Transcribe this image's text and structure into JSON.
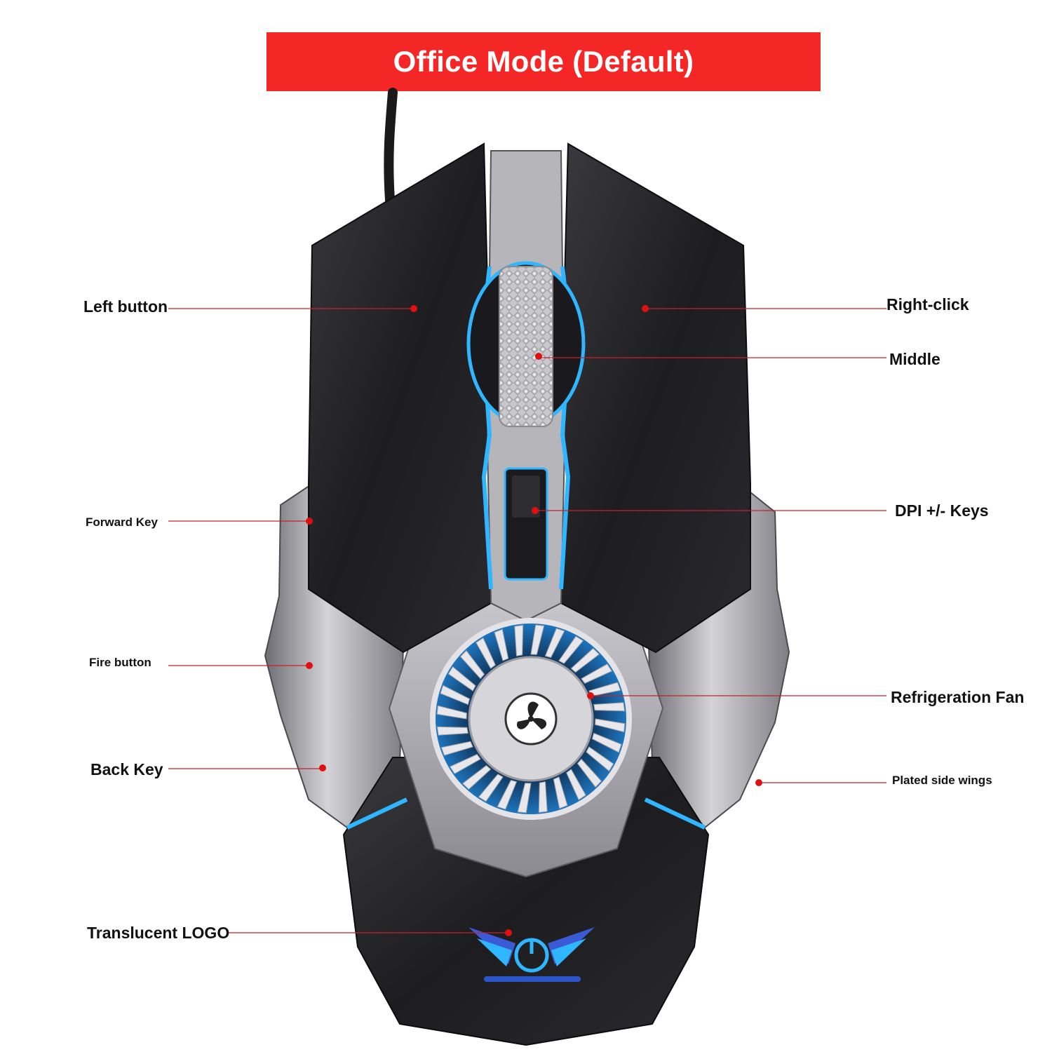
{
  "banner": {
    "title": "Office Mode (Default)"
  },
  "colors": {
    "banner": "#f42626",
    "shell": "#1f1f22",
    "plating": "#9a9aa0",
    "accent_glow": "#2fb6ff",
    "callout_line": "#c8202a",
    "callout_dot": "#e01010"
  },
  "mouse": {
    "logo_icon": "power-wings-logo-icon",
    "fan_icon": "fan-icon"
  },
  "callouts": {
    "left_button": "Left button",
    "right_click": "Right-click",
    "middle": "Middle",
    "forward_key": "Forward Key",
    "dpi_keys": "DPI +/- Keys",
    "fire_button": "Fire button",
    "refrigeration_fan": "Refrigeration Fan",
    "back_key": "Back Key",
    "plated_side_wings": "Plated side wings",
    "translucent_logo": "Translucent LOGO"
  }
}
